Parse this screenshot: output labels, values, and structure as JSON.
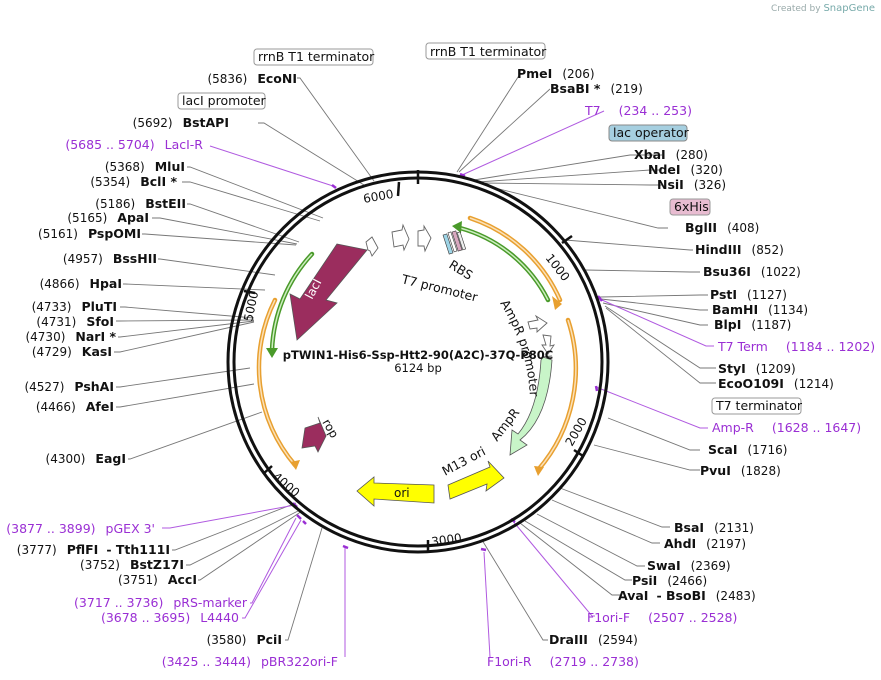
{
  "watermark": {
    "prefix": "Created by",
    "brand": "SnapGene"
  },
  "plasmid": {
    "name": "pTWIN1-His6-Ssp-Htt2-90(A2C)-37Q-P80C",
    "size": "6124 bp"
  },
  "ring_ticks": [
    "1000",
    "2000",
    "3000",
    "4000",
    "5000",
    "6000"
  ],
  "boxed_labels": {
    "rrnb1": "rrnB T1 terminator",
    "rrnb2": "rrnB T1 terminator",
    "laci_promoter": "lacI promoter",
    "lac_operator": "lac operator",
    "his6": "6xHis",
    "t7_terminator": "T7 terminator"
  },
  "sites_right": [
    {
      "name": "PmeI",
      "pos": "(206)"
    },
    {
      "name": "BsaBI *",
      "pos": "(219)"
    },
    {
      "name": "XbaI",
      "pos": "(280)"
    },
    {
      "name": "NdeI",
      "pos": "(320)"
    },
    {
      "name": "NsiI",
      "pos": "(326)"
    },
    {
      "name": "BglII",
      "pos": "(408)"
    },
    {
      "name": "HindIII",
      "pos": "(852)"
    },
    {
      "name": "Bsu36I",
      "pos": "(1022)"
    },
    {
      "name": "PstI",
      "pos": "(1127)"
    },
    {
      "name": "BamHI",
      "pos": "(1134)"
    },
    {
      "name": "BlpI",
      "pos": "(1187)"
    },
    {
      "name": "StyI",
      "pos": "(1209)"
    },
    {
      "name": "EcoO109I",
      "pos": "(1214)"
    },
    {
      "name": "ScaI",
      "pos": "(1716)"
    },
    {
      "name": "PvuI",
      "pos": "(1828)"
    },
    {
      "name": "BsaI",
      "pos": "(2131)"
    },
    {
      "name": "AhdI",
      "pos": "(2197)"
    },
    {
      "name": "SwaI",
      "pos": "(2369)"
    },
    {
      "name": "PsiI",
      "pos": "(2466)"
    },
    {
      "name": "AvaI",
      "pos": "- BsoBI"
    },
    {
      "name": "DraIII",
      "pos": "(2594)"
    }
  ],
  "ava_pos": "(2483)",
  "features_right": [
    {
      "name": "T7",
      "range": "(234 .. 253)"
    },
    {
      "name": "T7 Term",
      "range": "(1184 .. 1202)"
    },
    {
      "name": "Amp-R",
      "range": "(1628 .. 1647)"
    },
    {
      "name": "F1ori-F",
      "range": "(2507 .. 2528)"
    },
    {
      "name": "F1ori-R",
      "range": "(2719 .. 2738)"
    }
  ],
  "sites_left": [
    {
      "name": "EcoNI",
      "pos": "(5836)"
    },
    {
      "name": "BstAPI",
      "pos": "(5692)"
    },
    {
      "name": "MluI",
      "pos": "(5368)"
    },
    {
      "name": "BclI *",
      "pos": "(5354)"
    },
    {
      "name": "BstEII",
      "pos": "(5186)"
    },
    {
      "name": "ApaI",
      "pos": "(5165)"
    },
    {
      "name": "PspOMI",
      "pos": "(5161)"
    },
    {
      "name": "BssHII",
      "pos": "(4957)"
    },
    {
      "name": "HpaI",
      "pos": "(4866)"
    },
    {
      "name": "PluTI",
      "pos": "(4733)"
    },
    {
      "name": "SfoI",
      "pos": "(4731)"
    },
    {
      "name": "NarI *",
      "pos": "(4730)"
    },
    {
      "name": "KasI",
      "pos": "(4729)"
    },
    {
      "name": "PshAI",
      "pos": "(4527)"
    },
    {
      "name": "AfeI",
      "pos": "(4466)"
    },
    {
      "name": "EagI",
      "pos": "(4300)"
    },
    {
      "name": "PflFI",
      "pos": "(3777)"
    },
    {
      "name": "BstZ17I",
      "pos": "(3752)"
    },
    {
      "name": "AccI",
      "pos": "(3751)"
    },
    {
      "name": "PciI",
      "pos": "(3580)"
    }
  ],
  "pflfi_suffix": "- Tth111I",
  "features_left": [
    {
      "name": "LacI-R",
      "range": "(5685 .. 5704)"
    },
    {
      "name": "pGEX 3'",
      "range": "(3877 .. 3899)"
    },
    {
      "name": "pRS-marker",
      "range": "(3717 .. 3736)"
    },
    {
      "name": "L4440",
      "range": "(3678 .. 3695)"
    },
    {
      "name": "pBR322ori-F",
      "range": "(3425 .. 3444)"
    }
  ],
  "inner_labels": {
    "t7_promoter": "T7 promoter",
    "rbs": "RBS",
    "ampr_promoter": "AmpR promoter",
    "ampr": "AmpR",
    "m13_ori": "M13 ori",
    "ori": "ori",
    "rop": "rop",
    "laci": "lacI"
  },
  "colors": {
    "feature_purple": "#9a2fd4",
    "laci_fill": "#9b2d5e",
    "ampr_fill": "#c8f5c8",
    "ori_fill": "#ffff00",
    "rop_fill": "#9b2d5e",
    "lac_operator_bg": "#a6cfe0",
    "his_bg": "#e8bcd1",
    "orange_orf": "#e8a030",
    "green_orf": "#4a9a2a"
  }
}
